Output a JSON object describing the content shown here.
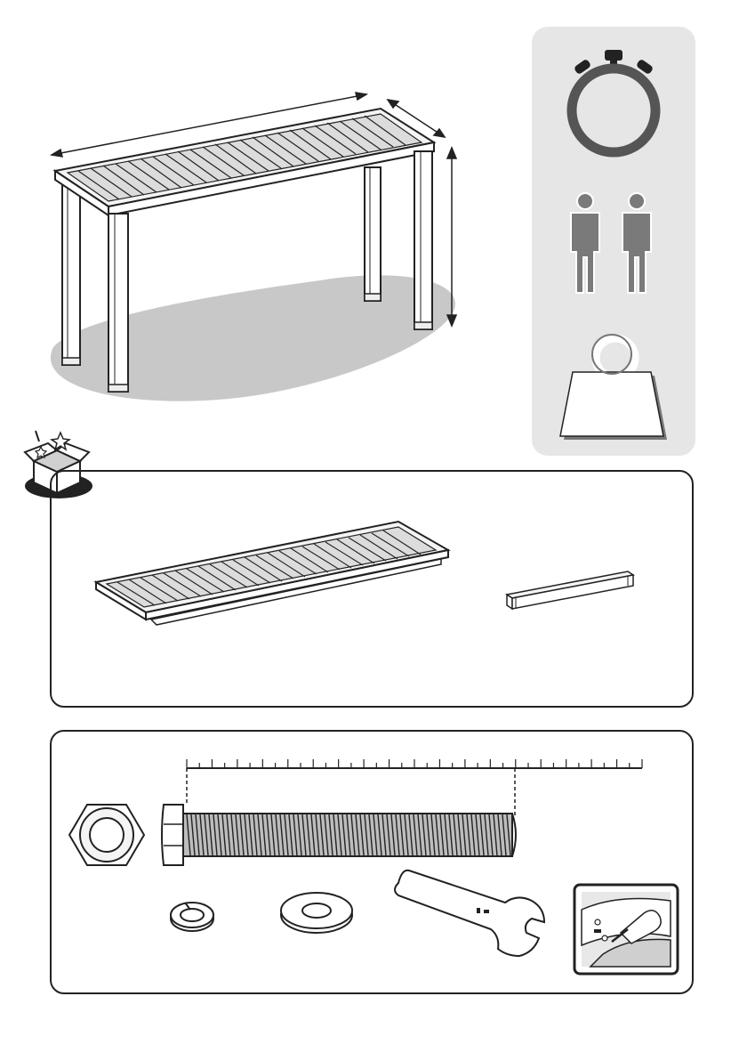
{
  "page": {
    "colors": {
      "line": "#222222",
      "panel_gray": "#e6e6e6",
      "icon_gray": "#7a7a7a",
      "shadow_gray": "#c8c8c8",
      "wood_fill": "#f4f4f4"
    }
  },
  "overview": {
    "illustration": "slatted-console-table",
    "dimension_arrows": [
      "length-arrow",
      "depth-arrow",
      "height-arrow"
    ]
  },
  "side_panel": {
    "icons": [
      "stopwatch-icon",
      "two-people-icon",
      "weight-icon"
    ]
  },
  "unboxing": {
    "icon": "open-box-icon"
  },
  "parts": {
    "items": [
      "slatted-tabletop",
      "square-leg"
    ]
  },
  "hardware": {
    "items": [
      "hex-nut",
      "hex-bolt",
      "spring-washer",
      "flat-washer",
      "spanner-wrench",
      "glue-application-detail"
    ],
    "ruler": {
      "ticks": 36,
      "major_every": 2
    }
  }
}
